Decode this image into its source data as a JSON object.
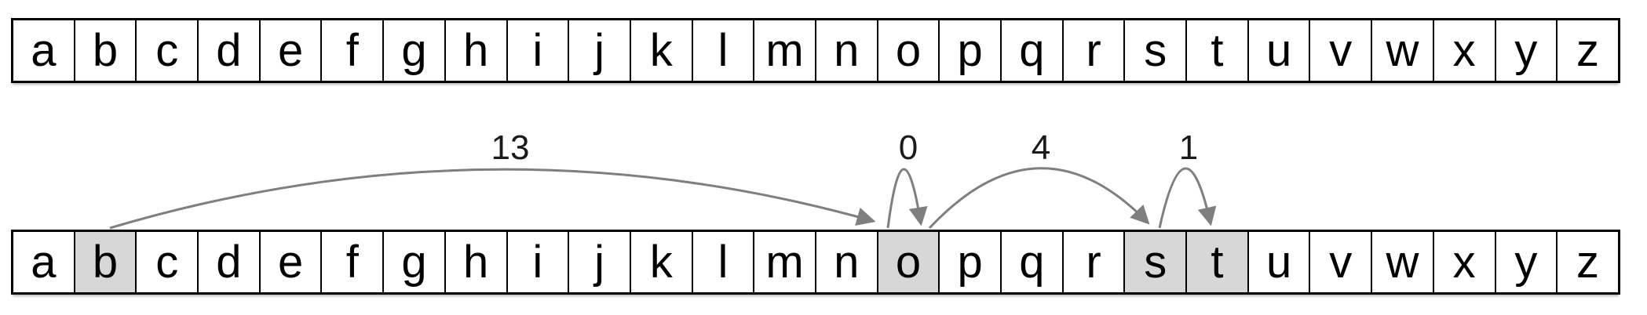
{
  "alphabet": [
    "a",
    "b",
    "c",
    "d",
    "e",
    "f",
    "g",
    "h",
    "i",
    "j",
    "k",
    "l",
    "m",
    "n",
    "o",
    "p",
    "q",
    "r",
    "s",
    "t",
    "u",
    "v",
    "w",
    "x",
    "y",
    "z"
  ],
  "rows": {
    "top": {
      "highlighted": []
    },
    "bottom": {
      "highlighted": [
        "b",
        "o",
        "s",
        "t"
      ]
    }
  },
  "arrows": [
    {
      "label": "13",
      "from": "b",
      "to": "o"
    },
    {
      "label": "0",
      "from": "o",
      "to": "o"
    },
    {
      "label": "4",
      "from": "o",
      "to": "s"
    },
    {
      "label": "1",
      "from": "s",
      "to": "t"
    }
  ],
  "colors": {
    "cell_highlight": "#d7d7d7",
    "arrow": "#7f7f7f",
    "border": "#000000",
    "label_text": "#1a1a1a"
  }
}
